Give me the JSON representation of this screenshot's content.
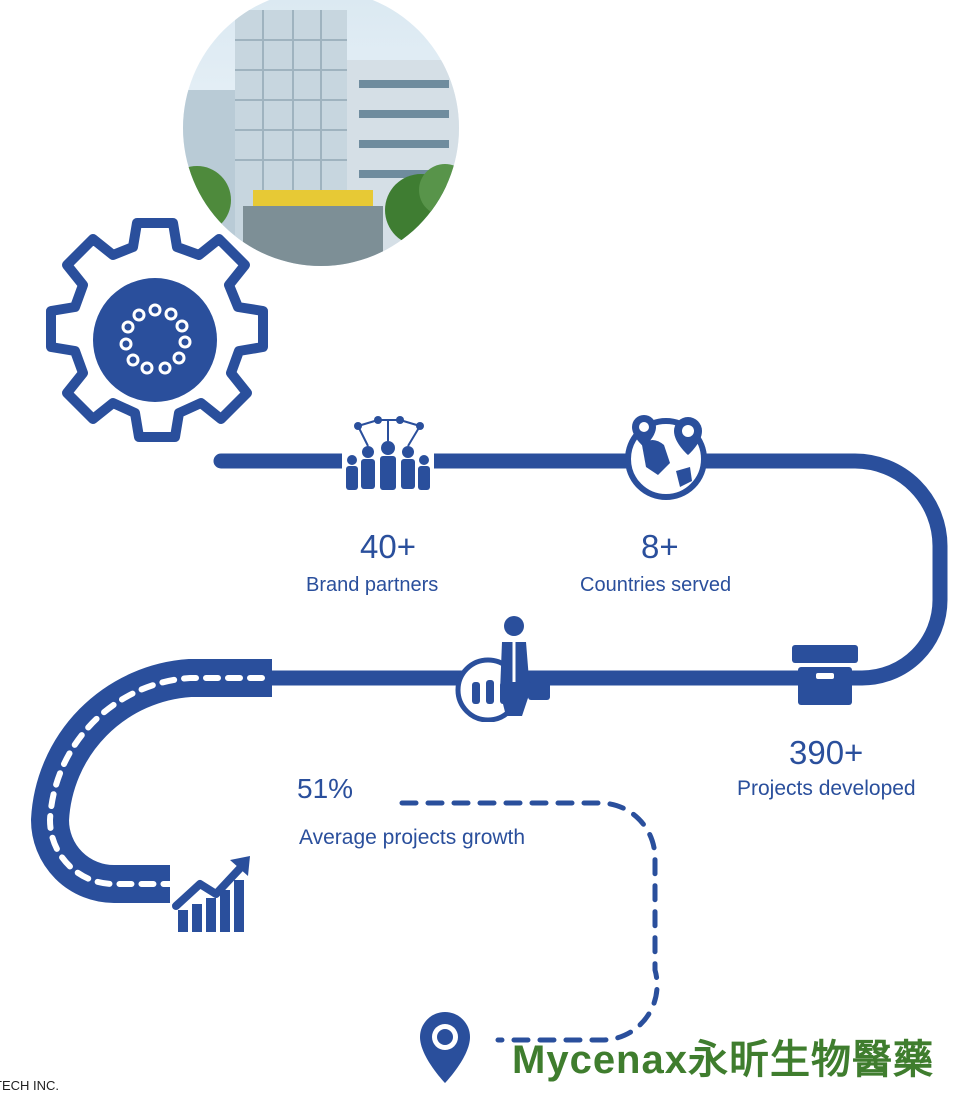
{
  "colors": {
    "primary": "#2a4f9c",
    "logo_green": "#3f7d2e"
  },
  "stats": [
    {
      "id": "brand-partners",
      "value": "40+",
      "label": "Brand partners",
      "icon": "people-network-icon"
    },
    {
      "id": "countries-served",
      "value": "8+",
      "label": "Countries served",
      "icon": "globe-pins-icon"
    },
    {
      "id": "projects-developed",
      "value": "390+",
      "label": "Projects developed",
      "icon": "archive-box-icon"
    },
    {
      "id": "projects-growth",
      "value": "51%",
      "label": "Average projects growth",
      "icon": "growth-chart-icon"
    }
  ],
  "decorations": {
    "gear": "gear-icon",
    "building_photo": "building-photo",
    "consultant": "business-person-icon",
    "destination": "location-pin-icon"
  },
  "footer": {
    "company_text": "TECH INC."
  },
  "brand": {
    "logo_text": "Mycenax永昕生物醫藥"
  }
}
